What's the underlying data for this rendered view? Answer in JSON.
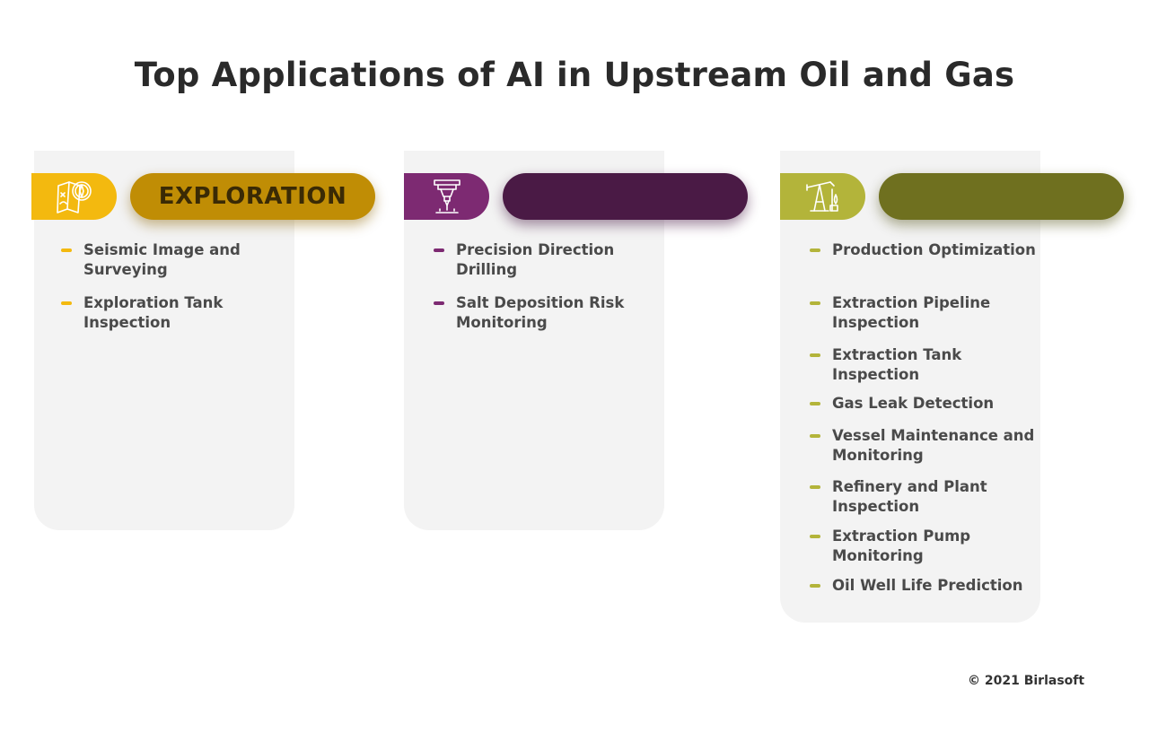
{
  "title": "Top Applications of AI in Upstream Oil and Gas",
  "colors": {
    "exploration_accent": "#f3b90f",
    "exploration_pill": "#c08d05",
    "drilling_accent": "#7d2a72",
    "drilling_pill": "#4a1a45",
    "production_accent": "#b3b43a",
    "production_pill": "#6f701f",
    "card_background": "#f3f3f3"
  },
  "columns": [
    {
      "icon": "map-compass-icon",
      "header": "EXPLORATION",
      "items": [
        "Seismic Image and Surveying",
        "Exploration Tank Inspection"
      ]
    },
    {
      "icon": "drill-head-icon",
      "header": "",
      "items": [
        "Precision Direction Drilling",
        "Salt Deposition Risk Monitoring"
      ]
    },
    {
      "icon": "oil-pump-icon",
      "header": "",
      "items": [
        "Production Optimization",
        "Extraction Pipeline Inspection",
        "Extraction Tank Inspection",
        "Gas Leak Detection",
        "Vessel Maintenance and Monitoring",
        "Refinery and Plant Inspection",
        "Extraction Pump Monitoring",
        "Oil Well Life Prediction"
      ]
    }
  ],
  "footer": "© 2021 Birlasoft"
}
